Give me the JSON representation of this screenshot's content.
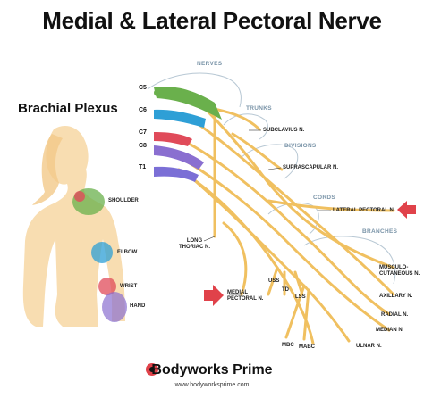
{
  "title": "Medial & Lateral Pectoral Nerve",
  "subtitle": "Brachial Plexus",
  "sections": {
    "nerves": "NERVES",
    "trunks": "TRUNKS",
    "divisions": "DIVISIONS",
    "cords": "CORDS",
    "branches": "BRANCHES"
  },
  "roots": [
    "C5",
    "C6",
    "C7",
    "C8",
    "T1"
  ],
  "body_regions": {
    "shoulder": "SHOULDER",
    "elbow": "ELBOW",
    "wrist": "WRIST",
    "hand": "HAND"
  },
  "nerve_labels": {
    "subclavius": "SUBCLAVIUS N.",
    "suprascapular": "SUPRASCAPULAR N.",
    "lateral_pectoral": "LATERAL PECTORAL N.",
    "long_thoracic_1": "LONG",
    "long_thoracic_2": "THORIAC N.",
    "medial_pectoral_1": "MEDIAL",
    "medial_pectoral_2": "PECTORAL N.",
    "uss": "USS",
    "td": "TD",
    "lss": "LSS",
    "mbc": "MBC",
    "mabc": "MABC",
    "musculo_1": "MUSCULO-",
    "musculo_2": "CUTANEOUS N.",
    "axillary": "AXILLARY N.",
    "radial": "RADIAL N.",
    "median": "MEDIAN N.",
    "ulnar": "ULNAR N."
  },
  "brand": "Bodyworks Prime",
  "url": "www.bodyworksprime.com",
  "colors": {
    "nerve": "#f0c060",
    "c5": "#6ab04c",
    "c6": "#2e9fd6",
    "c7": "#e04b5a",
    "c8": "#8a6fd0",
    "t1": "#7b6fd6",
    "arrow": "#e0424a",
    "body": "#f7d9a8"
  }
}
